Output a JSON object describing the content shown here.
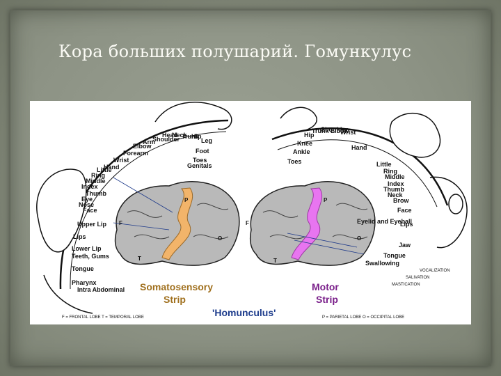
{
  "slide": {
    "title": "Кора больших полушарий. Гомункулус"
  },
  "figure": {
    "captions": {
      "somatosensory": "Somatosensory",
      "somatosensory_strip": "Strip",
      "motor": "Motor",
      "motor_strip": "Strip",
      "homunculus": "'Homunculus'"
    },
    "legend": {
      "left": "F = FRONTAL LOBE   T = TEMPORAL LOBE",
      "right": "P = PARIETAL LOBE   O = OCCIPITAL LOBE"
    },
    "lobe_letters": {
      "p": "P",
      "f": "F",
      "o": "O",
      "t": "T"
    },
    "sensory_labels": [
      "Genitals",
      "Toes",
      "Foot",
      "Leg",
      "Hip",
      "Trunk",
      "Neck",
      "Head",
      "Shoulder",
      "Arm",
      "Elbow",
      "Forearm",
      "Wrist",
      "Hand",
      "Little",
      "Ring",
      "Middle",
      "Index",
      "Thumb",
      "Eye",
      "Nose",
      "Face",
      "Upper Lip",
      "Lips",
      "Lower Lip",
      "Teeth, Gums",
      "Tongue",
      "Pharynx",
      "Intra Abdominal"
    ],
    "motor_labels": [
      "Toes",
      "Ankle",
      "Knee",
      "Hip",
      "Trunk",
      "Shoulder",
      "Elbow",
      "Wrist",
      "Hand",
      "Little",
      "Ring",
      "Middle",
      "Index",
      "Thumb",
      "Neck",
      "Brow",
      "Eyelid and Eyeball",
      "Face",
      "Lips",
      "Jaw",
      "Tongue",
      "Swallowing",
      "MASTICATION",
      "SALIVATION",
      "VOCALIZATION"
    ],
    "colors": {
      "somatosensory_strip": "#f2b46a",
      "motor_strip": "#e875f0",
      "brain": "#b9b9b9"
    }
  }
}
